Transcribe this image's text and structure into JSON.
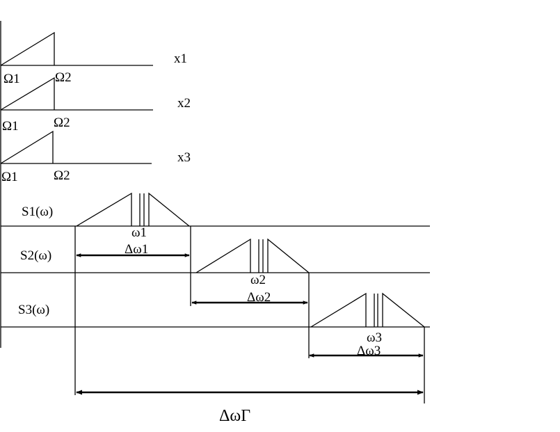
{
  "inputs": [
    {
      "signal": "x1",
      "lower": "Ω1",
      "upper": "Ω2"
    },
    {
      "signal": "x2",
      "lower": "Ω1",
      "upper": "Ω2"
    },
    {
      "signal": "x3",
      "lower": "Ω1",
      "upper": "Ω2"
    }
  ],
  "channels": [
    {
      "spectrum": "S1(ω)",
      "carrier": "ω1",
      "bandwidth": "Δω1"
    },
    {
      "spectrum": "S2(ω)",
      "carrier": "ω2",
      "bandwidth": "Δω2"
    },
    {
      "spectrum": "S3(ω)",
      "carrier": "ω3",
      "bandwidth": "Δω3"
    }
  ],
  "group_bandwidth": "ΔωΓ"
}
